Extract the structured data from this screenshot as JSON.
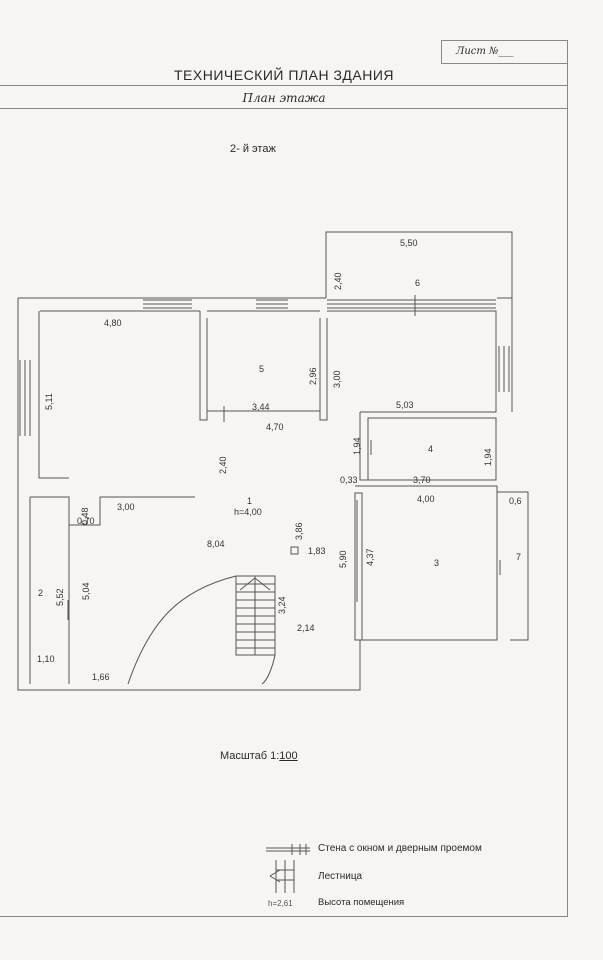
{
  "header": {
    "sheet_label": "Лист №___",
    "title": "ТЕХНИЧЕСКИЙ ПЛАН ЗДАНИЯ",
    "subtitle": "План этажа"
  },
  "plan": {
    "floor_label": "2- й этаж",
    "room_numbers": [
      "1",
      "2",
      "3",
      "4",
      "5",
      "6",
      "7"
    ],
    "room_height": "h=4,00",
    "dimensions": {
      "d550": "5,50",
      "d240a": "2,40",
      "d480": "4,80",
      "d511": "5,11",
      "d296": "2,96",
      "d300a": "3,00",
      "d344": "3,44",
      "d470": "4,70",
      "d503": "5,03",
      "d194a": "1,94",
      "d194b": "1,94",
      "d240b": "2,40",
      "d033": "0,33",
      "d370": "3,70",
      "d400": "4,00",
      "d06": "0,6",
      "d048": "0,48",
      "d300b": "3,00",
      "d070": "0,70",
      "d804": "8,04",
      "d386": "3,86",
      "d183": "1,83",
      "d590": "5,90",
      "d437": "4,37",
      "d552": "5,52",
      "d504": "5,04",
      "d324": "3,24",
      "d214": "2,14",
      "d110": "1,10",
      "d166": "1,66"
    }
  },
  "scale": {
    "prefix": "Масштаб 1:",
    "value": "100"
  },
  "legend": {
    "wall": "Стена с окном и дверным проемом",
    "stair": "Лестница",
    "height_sample": "h=2,61",
    "height": "Высота помещения"
  }
}
